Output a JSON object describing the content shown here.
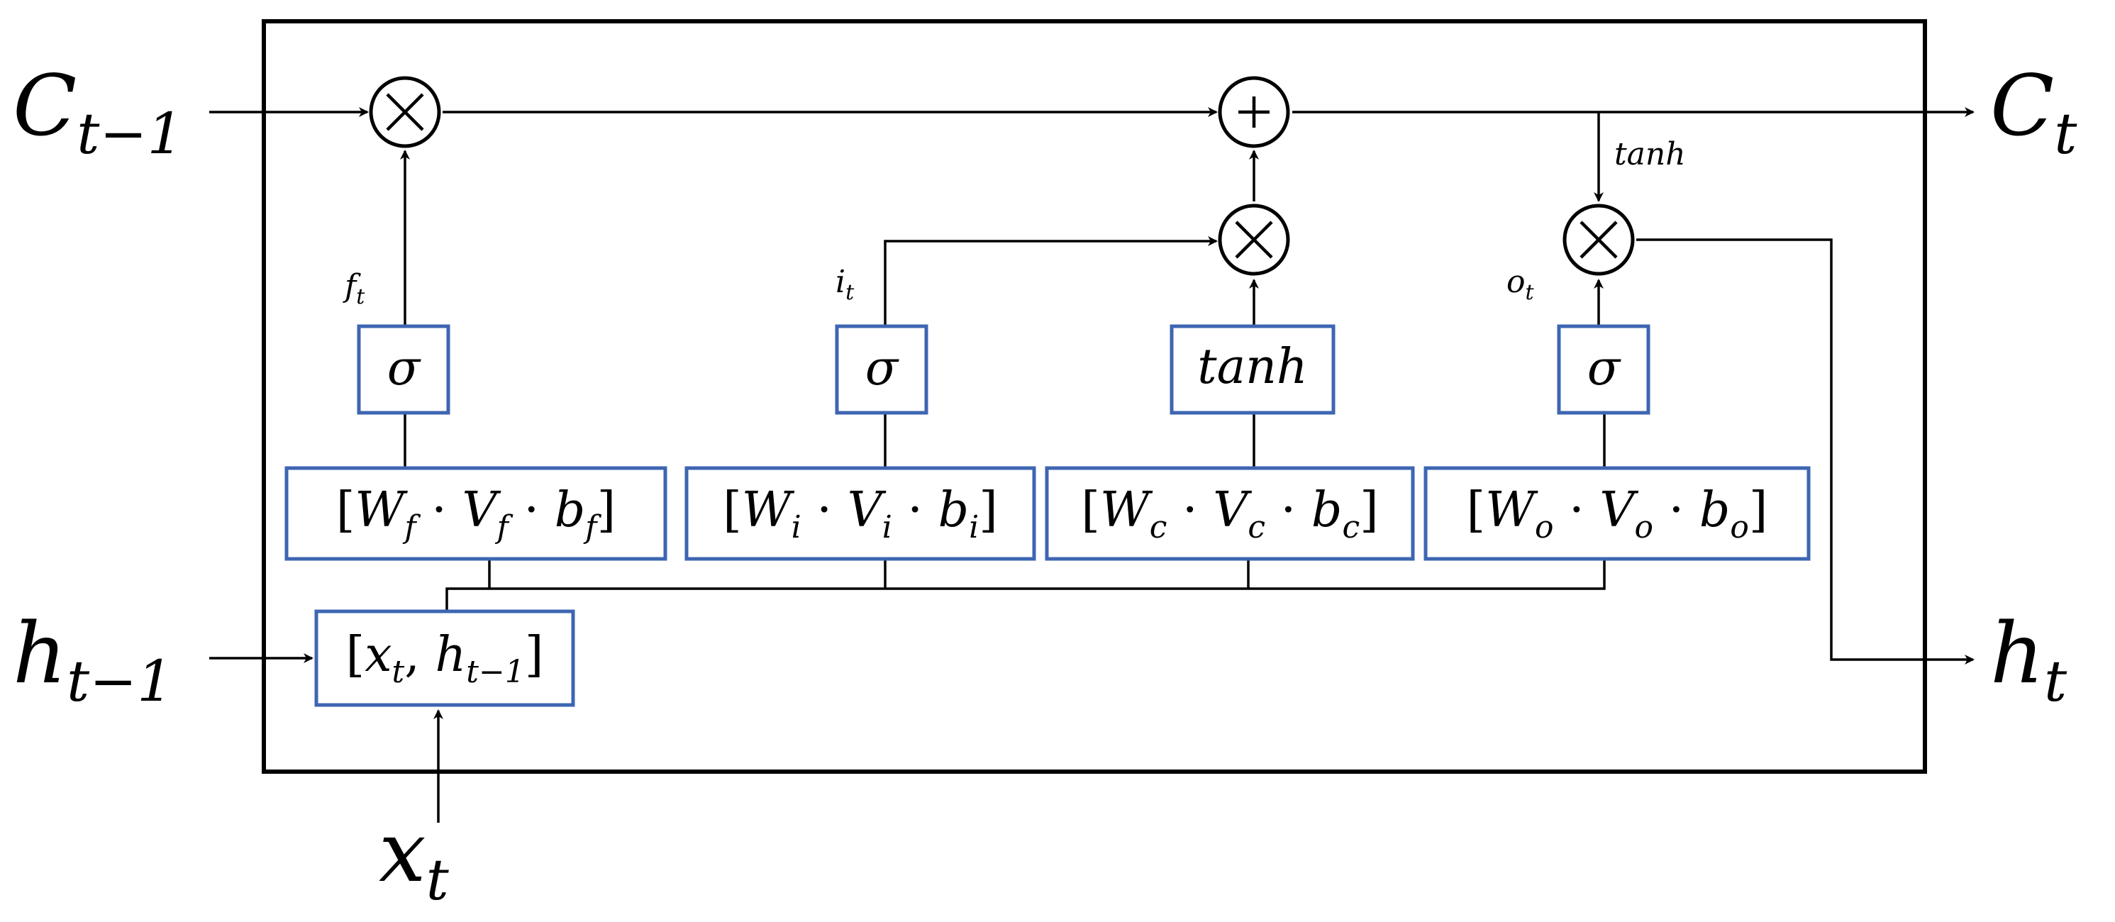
{
  "inputs": {
    "c_prev": {
      "main": "C",
      "sub": "t−1"
    },
    "h_prev": {
      "main": "h",
      "sub": "t−1"
    },
    "x_t": {
      "main": "x",
      "sub": "t"
    }
  },
  "outputs": {
    "c_t": {
      "main": "C",
      "sub": "t"
    },
    "h_t": {
      "main": "h",
      "sub": "t"
    }
  },
  "operators": {
    "multiply": "×",
    "add": "+"
  },
  "activations": {
    "sigma": "σ",
    "tanh": "tanh"
  },
  "gate_labels": {
    "f": {
      "main": "f",
      "sub": "t"
    },
    "i": {
      "main": "i",
      "sub": "t"
    },
    "o": {
      "main": "o",
      "sub": "t"
    }
  },
  "cell_tanh_label": "tanh",
  "concat_box": {
    "open": "[",
    "x": "x",
    "x_sub": "t",
    "comma": ", ",
    "h": "h",
    "h_sub": "t−1",
    "close": "]"
  },
  "weight_boxes": {
    "forget": {
      "open": "[",
      "w": "W",
      "v": "V",
      "b": "b",
      "sub": "f",
      "dot": " · ",
      "close": "]"
    },
    "input": {
      "open": "[",
      "w": "W",
      "v": "V",
      "b": "b",
      "sub": "i",
      "dot": " · ",
      "close": "]"
    },
    "candidate": {
      "open": "[",
      "w": "W",
      "v": "V",
      "b": "b",
      "sub": "c",
      "dot": " · ",
      "close": "]"
    },
    "output": {
      "open": "[",
      "w": "W",
      "v": "V",
      "b": "b",
      "sub": "o",
      "dot": " · ",
      "close": "]"
    }
  }
}
